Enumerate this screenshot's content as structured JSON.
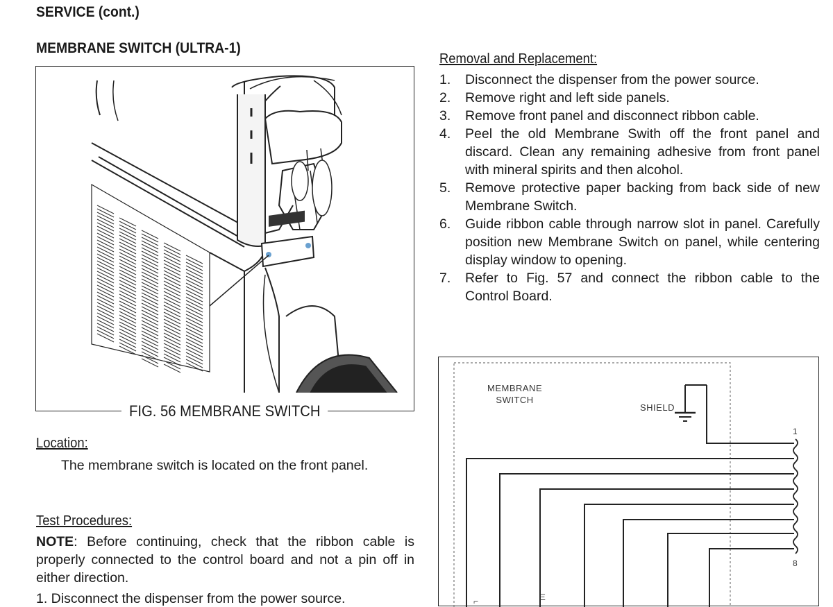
{
  "page": {
    "section_title": "SERVICE (cont.)",
    "subsection_title": "MEMBRANE SWITCH (ULTRA-1)"
  },
  "figure56": {
    "caption": "FIG. 56 MEMBRANE SWITCH"
  },
  "location": {
    "heading": "Location:",
    "text": "The membrane switch is located on the front panel."
  },
  "test_procedures": {
    "heading": "Test Procedures:",
    "note_label": "NOTE",
    "note_text": ": Before continuing, check that the ribbon cable is properly connected to the control board and not a pin off in either direction.",
    "step1_partial": "1.   Disconnect the dispenser from the power source."
  },
  "removal": {
    "heading": "Removal and Replacement:",
    "steps": [
      {
        "num": "1.",
        "text": "Disconnect the dispenser from the power source."
      },
      {
        "num": "2.",
        "text": "Remove right and left side panels."
      },
      {
        "num": "3.",
        "text": "Remove front panel and disconnect ribbon cable."
      },
      {
        "num": "4.",
        "text": "Peel the old Membrane Swith off the front panel and discard. Clean any remaining adhesive from front panel with mineral spirits and then alcohol."
      },
      {
        "num": "5.",
        "text": "Remove protective paper backing from back side of new Membrane Switch."
      },
      {
        "num": "6.",
        "text": "Guide ribbon cable through narrow slot in panel. Carefully position new Membrane Switch on panel, while centering display window to opening."
      },
      {
        "num": "7.",
        "text": "Refer to Fig. 57 and connect the ribbon cable to the Control Board."
      }
    ]
  },
  "figure57": {
    "membrane_label_line1": "MEMBRANE",
    "membrane_label_line2": "SWITCH",
    "shield_label": "SHIELD",
    "pin_first": "1",
    "pin_last": "8"
  }
}
